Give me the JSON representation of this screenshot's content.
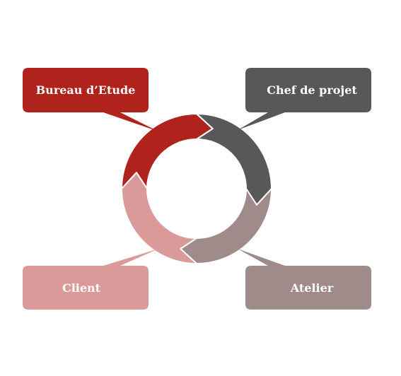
{
  "diagram": {
    "type": "cycle",
    "nodes": [
      {
        "id": "bureau",
        "label": "Bureau d’Etude",
        "color": "#b0231c"
      },
      {
        "id": "chef",
        "label": "Chef de projet",
        "color": "#585858"
      },
      {
        "id": "atelier",
        "label": "Atelier",
        "color": "#9e8b8a"
      },
      {
        "id": "client",
        "label": "Client",
        "color": "#d99a99"
      }
    ],
    "flow": [
      "bureau",
      "chef",
      "atelier",
      "client",
      "bureau"
    ],
    "direction": "clockwise"
  }
}
